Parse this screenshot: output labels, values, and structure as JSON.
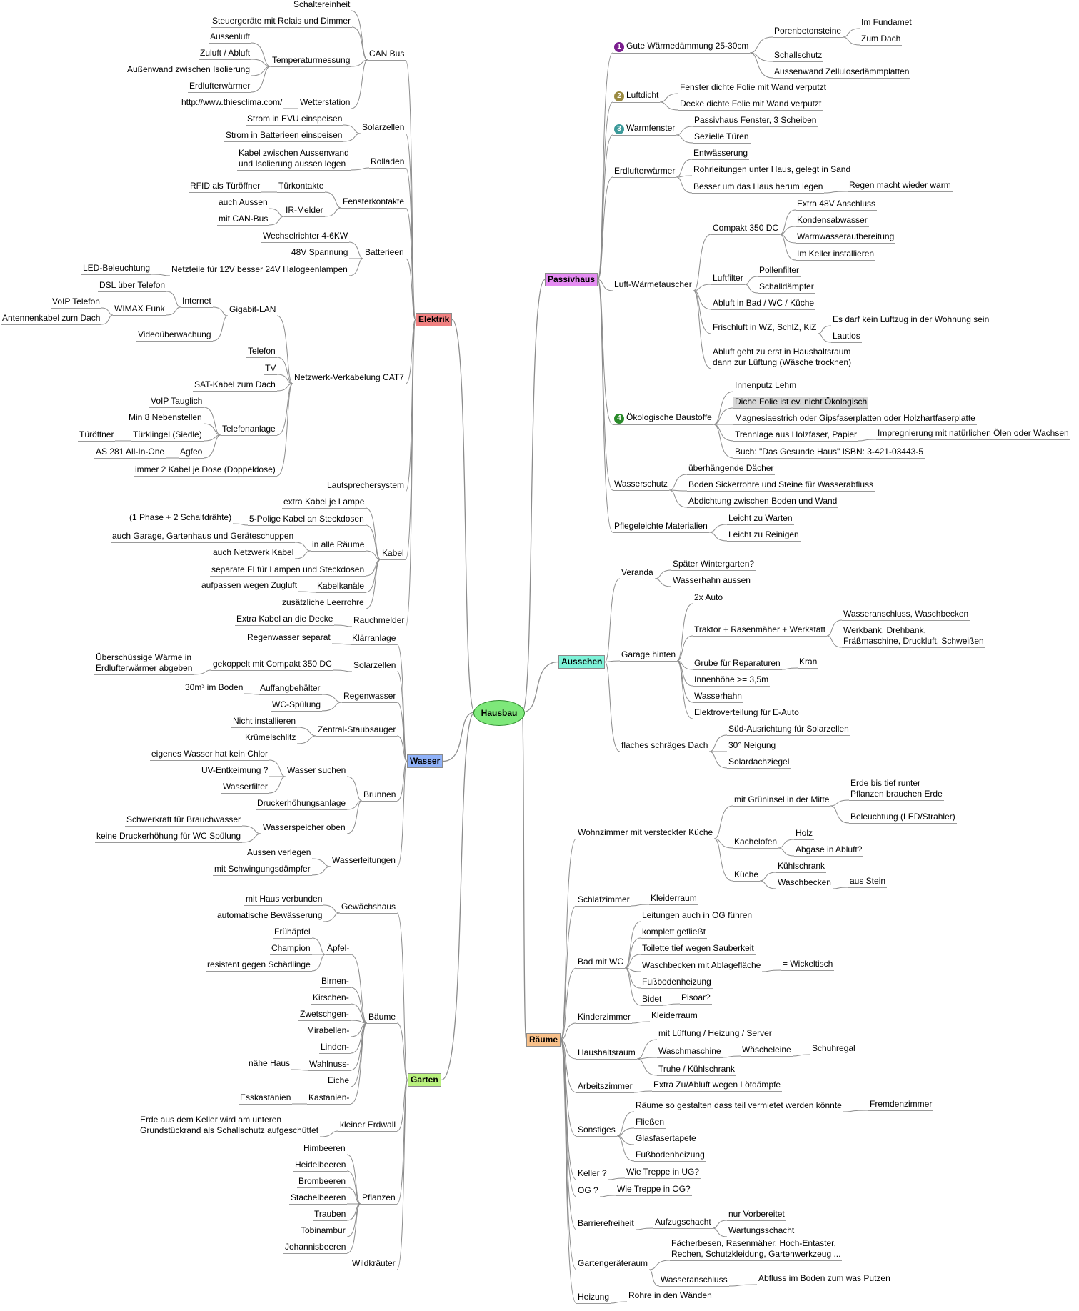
{
  "root": {
    "label": "Hausbau"
  },
  "branches": {
    "elektrik": "Elektrik",
    "wasser": "Wasser",
    "garten": "Garten",
    "passivhaus": "Passivhaus",
    "aussehen": "Aussehen",
    "raeume": "Räume"
  },
  "colors": {
    "elektrik": "#f08080",
    "wasser": "#8fb1f7",
    "garten": "#b9f07e",
    "passivhaus": "#e58cf2",
    "aussehen": "#7ef2d8",
    "raeume": "#f7c08a",
    "root": "#7ee87a",
    "line": "#8c8c8c",
    "marker1": "#7b1f8f",
    "marker2": "#9a8a40",
    "marker3": "#3c9a9a",
    "marker4": "#2a8a2a"
  },
  "markers": [
    "1",
    "2",
    "3",
    "4"
  ],
  "texts": {
    "e_can": "CAN Bus",
    "e_can1": "Schaltereinheit",
    "e_can2": "Steuergeräte mit Relais und Dimmer",
    "e_temp": "Temperaturmessung",
    "e_t1": "Aussenluft",
    "e_t2": "Zuluft / Abluft",
    "e_t3": "Außenwand zwischen Isolierung",
    "e_t4": "Erdlufterwärmer",
    "e_wett": "Wetterstation",
    "e_w1": "http://www.thiesclima.com/",
    "e_sol": "Solarzellen",
    "e_sol1": "Strom in EVU einspeisen",
    "e_sol2": "Strom in Batterieen einspeisen",
    "e_roll": "Rolladen",
    "e_roll1": "Kabel zwischen Aussenwand\nund Isolierung aussen legen",
    "e_fk": "Fensterkontakte",
    "e_tk": "Türkontakte",
    "e_tk1": "RFID als Türöffner",
    "e_ir": "IR-Melder",
    "e_ir1": "auch Aussen",
    "e_ir2": "mit CAN-Bus",
    "e_bat": "Batterieen",
    "e_bat1": "Wechselrichter 4-6KW",
    "e_bat2": "48V Spannung",
    "e_bat3": "Netzteile für 12V besser 24V Halogeenlampen",
    "e_bat3a": "LED-Beleuchtung",
    "e_gig": "Gigabit-LAN",
    "e_inet": "Internet",
    "e_inet1": "DSL über Telefon",
    "e_inet2": "WIMAX Funk",
    "e_inet2a": "VoIP Telefon",
    "e_inet2b": "Antennenkabel zum Dach",
    "e_gig2": "Videoüberwachung",
    "e_nv": "Netzwerk-Verkabelung CAT7",
    "e_nv1": "Telefon",
    "e_nv2": "TV",
    "e_nv3": "SAT-Kabel zum Dach",
    "e_ta": "Telefonanlage",
    "e_ta1": "VoIP Tauglich",
    "e_ta2": "Min 8 Nebenstellen",
    "e_ta3": "Türklingel (Siedle)",
    "e_ta3a": "Türöffner",
    "e_ta4": "Agfeo",
    "e_ta4a": "AS 281 All-In-One",
    "e_nv4": "immer 2 Kabel je Dose (Doppeldose)",
    "e_lsp": "Lautsprechersystem",
    "e_kab": "Kabel",
    "e_kab1": "extra Kabel je Lampe",
    "e_kab2": "5-Polige Kabel an Steckdosen",
    "e_kab2a": "(1 Phase + 2 Schaltdrähte)",
    "e_kab3": "in alle Räume",
    "e_kab3a": "auch Garage, Gartenhaus und Geräteschuppen",
    "e_kab3b": "auch Netzwerk Kabel",
    "e_kab4": "separate FI für Lampen und Steckdosen",
    "e_kab5": "Kabelkanäle",
    "e_kab5a": "aufpassen wegen Zugluft",
    "e_kab6": "zusätzliche Leerrohre",
    "e_rm": "Rauchmelder",
    "e_rm1": "Extra Kabel an die Decke",
    "w_kl": "Klärranlage",
    "w_kl1": "Regenwasser separat",
    "w_sol": "Solarzellen",
    "w_sol1": "gekoppelt mit Compakt 350 DC",
    "w_sol1a": "Überschüssige Wärme in\nErdlufterwärmer abgeben",
    "w_rw": "Regenwasser",
    "w_rw1": "Auffangbehälter",
    "w_rw1a": "30m³ im Boden",
    "w_rw2": "WC-Spülung",
    "w_zs": "Zentral-Staubsauger",
    "w_zs1": "Nicht installieren",
    "w_zs2": "Krümelschlitz",
    "w_br": "Brunnen",
    "w_ws": "Wasser suchen",
    "w_ws1": "eigenes Wasser hat kein Chlor",
    "w_ws2": "UV-Entkeimung ?",
    "w_ws3": "Wasserfilter",
    "w_br2": "Druckerhöhungsanlage",
    "w_wo": "Wasserspeicher oben",
    "w_wo1": "Schwerkraft für Brauchwasser",
    "w_wo2": "keine Druckerhöhung für WC Spülung",
    "w_wl": "Wasserleitungen",
    "w_wl1": "Aussen verlegen",
    "w_wl2": "mit Schwingungsdämpfer",
    "g_gh": "Gewächshaus",
    "g_gh1": "mit Haus verbunden",
    "g_gh2": "automatische Bewässerung",
    "g_b": "Bäume",
    "g_ap": "Äpfel-",
    "g_ap1": "Frühäpfel",
    "g_ap2": "Champion",
    "g_ap3": "resistent gegen Schädlinge",
    "g_b1": "Birnen-",
    "g_b2": "Kirschen-",
    "g_b3": "Zwetschgen-",
    "g_b4": "Mirabellen-",
    "g_b5": "Linden-",
    "g_b6": "Wahlnuss-",
    "g_b6a": "nähe Haus",
    "g_b7": "Eiche",
    "g_b8": "Kastanien-",
    "g_b8a": "Esskastanien",
    "g_ew": "kleiner Erdwall",
    "g_ew1": "Erde aus dem Keller wird am unteren\nGrundstückrand als Schallschutz aufgeschüttet",
    "g_pf": "Pflanzen",
    "g_p1": "Himbeeren",
    "g_p2": "Heidelbeeren",
    "g_p3": "Brombeeren",
    "g_p4": "Stachelbeeren",
    "g_p5": "Trauben",
    "g_p6": "Tobinambur",
    "g_p7": "Johannisbeeren",
    "g_wk": "Wildkräuter",
    "p_wd": "Gute Wärmedämmung 25-30cm",
    "p_pb": "Porenbetonsteine",
    "p_pb1": "Im Fundamet",
    "p_pb2": "Zum Dach",
    "p_wd2": "Schallschutz",
    "p_wd3": "Aussenwand Zellulosedämmplatten",
    "p_ld": "Luftdicht",
    "p_ld1": "Fenster dichte Folie mit Wand verputzt",
    "p_ld2": "Decke dichte Folie mit Wand verputzt",
    "p_wf": "Warmfenster",
    "p_wf1": "Passivhaus Fenster, 3 Scheiben",
    "p_wf2": "Sezielle Türen",
    "p_ew": "Erdlufterwärmer",
    "p_ew1": "Entwässerung",
    "p_ew2": "Rohrleitungen unter Haus, gelegt in Sand",
    "p_ew3": "Besser um das Haus herum legen",
    "p_ew3a": "Regen macht wieder warm",
    "p_lw": "Luft-Wärmetauscher",
    "p_c": "Compakt 350 DC",
    "p_c1": "Extra 48V Anschluss",
    "p_c2": "Kondensabwasser",
    "p_c3": "Warmwasseraufbereitung",
    "p_c4": "Im Keller installieren",
    "p_lf": "Luftfilter",
    "p_lf1": "Pollenfilter",
    "p_lf2": "Schalldämpfer",
    "p_lw3": "Abluft in Bad / WC / Küche",
    "p_fr": "Frischluft in WZ, SchlZ, KiZ",
    "p_fr1": "Es darf kein Luftzug in der Wohnung sein",
    "p_fr2": "Lautlos",
    "p_lw5": "Abluft geht zu erst in Haushaltsraum\ndann zur Lüftung (Wäsche trocknen)",
    "p_ok": "Ökologische Baustoffe",
    "p_ok1": "Innenputz Lehm",
    "p_ok2": "Diche Folie ist ev. nicht Ökologisch",
    "p_ok3": "Magnesiaestrich oder Gipsfaserplatten oder Holzhartfaserplatte",
    "p_ok4": "Trennlage aus Holzfaser, Papier",
    "p_ok4a": "Impregnierung mit natürlichen Ölen oder Wachsen",
    "p_ok5": "Buch: \"Das Gesunde Haus\" ISBN: 3-421-03443-5",
    "p_ws": "Wasserschutz",
    "p_ws1": "überhängende Dächer",
    "p_ws2": "Boden Sickerrohre und Steine für Wasserabfluss",
    "p_ws3": "Abdichtung zwischen Boden und Wand",
    "p_pm": "Pflegeleichte Materialien",
    "p_pm1": "Leicht zu Warten",
    "p_pm2": "Leicht zu Reinigen",
    "a_v": "Veranda",
    "a_v1": "Später Wintergarten?",
    "a_v2": "Wasserhahn aussen",
    "a_g": "Garage hinten",
    "a_g1": "2x Auto",
    "a_g2": "Traktor + Rasenmäher + Werkstatt",
    "a_g2a": "Wasseranschluss, Waschbecken",
    "a_g2b": "Werkbank, Drehbank,\nFräßmaschine, Druckluft, Schweißen",
    "a_g3": "Grube für Reparaturen",
    "a_g3a": "Kran",
    "a_g4": "Innenhöhe >= 3,5m",
    "a_g5": "Wasserhahn",
    "a_g6": "Elektroverteilung für E-Auto",
    "a_d": "flaches schräges Dach",
    "a_d1": "Süd-Ausrichtung für Solarzellen",
    "a_d2": "30° Neigung",
    "a_d3": "Solardachziegel",
    "r_wz": "Wohnzimmer mit versteckter Küche",
    "r_gi": "mit Grüninsel in der Mitte",
    "r_gi1": "Erde bis tief runter\nPflanzen brauchen Erde",
    "r_gi2": "Beleuchtung (LED/Strahler)",
    "r_ko": "Kachelofen",
    "r_ko1": "Holz",
    "r_ko2": "Abgase in Abluft?",
    "r_ku": "Küche",
    "r_ku1": "Kühlschrank",
    "r_ku2": "Waschbecken",
    "r_ku2a": "aus Stein",
    "r_sz": "Schlafzimmer",
    "r_sz1": "Kleiderraum",
    "r_bad": "Bad mit WC",
    "r_bad1": "Leitungen auch in OG führen",
    "r_bad2": "komplett geflieẞt",
    "r_bad3": "Toilette tief wegen Sauberkeit",
    "r_bad4": "Waschbecken mit Ablagefläche",
    "r_bad4a": "= Wickeltisch",
    "r_bad5": "Fußbodenheizung",
    "r_bad6": "Bidet",
    "r_bad6a": "Pisoar?",
    "r_kz": "Kinderzimmer",
    "r_kz1": "Kleiderraum",
    "r_hr": "Haushaltsraum",
    "r_hr1": "mit Lüftung / Heizung / Server",
    "r_hr2": "Waschmaschine",
    "r_hr2a": "Wäscheleine",
    "r_hr2b": "Schuhregal",
    "r_hr3": "Truhe / Kühlschrank",
    "r_az": "Arbeitszimmer",
    "r_az1": "Extra Zu/Abluft wegen Lötdämpfe",
    "r_so": "Sonstiges",
    "r_so1": "Räume so gestalten dass teil vermietet werden könnte",
    "r_so1a": "Fremdenzimmer",
    "r_so2": "Fließen",
    "r_so3": "Glasfasertapete",
    "r_so4": "Fußbodenheizung",
    "r_ke": "Keller ?",
    "r_ke1": "Wie Treppe in UG?",
    "r_og": "OG ?",
    "r_og1": "Wie Treppe in OG?",
    "r_bf": "Barrierefreiheit",
    "r_as": "Aufzugschacht",
    "r_as1": "nur Vorbereitet",
    "r_as2": "Wartungsschacht",
    "r_gr": "Gartengeräteraum",
    "r_gr1": "Fächerbesen, Rasenmäher, Hoch-Entaster,\nRechen, Schutzkleidung, Gartenwerkzeug ...",
    "r_gr2": "Wasseranschluss",
    "r_gr2a": "Abfluss im Boden zum was Putzen",
    "r_hz": "Heizung",
    "r_hz1": "Rohre in den Wänden"
  }
}
